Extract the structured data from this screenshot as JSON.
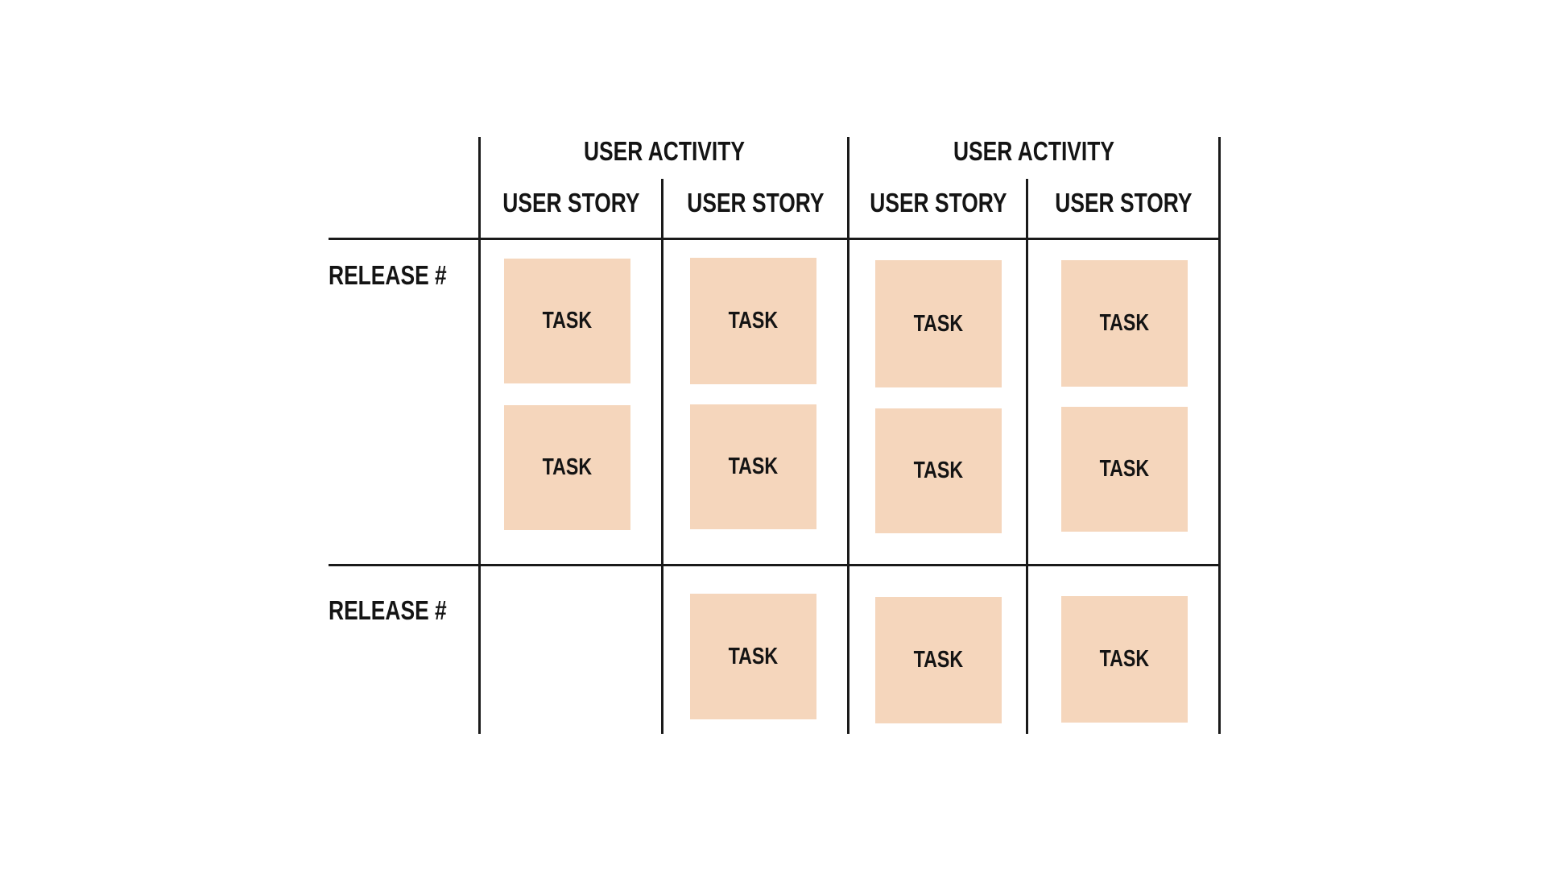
{
  "diagram_title": "user-story-map-template",
  "palette": {
    "background": "#ffffff",
    "line": "#1a1a1a",
    "text": "#141414",
    "card": "#f5d6bc"
  },
  "activities": [
    "USER ACTIVITY",
    "USER ACTIVITY"
  ],
  "stories": [
    "USER STORY",
    "USER STORY",
    "USER STORY",
    "USER STORY"
  ],
  "releases": [
    "RELEASE #",
    "RELEASE #"
  ],
  "cards": [
    {
      "label": "TASK",
      "release": 1,
      "story": 1
    },
    {
      "label": "TASK",
      "release": 1,
      "story": 1
    },
    {
      "label": "TASK",
      "release": 1,
      "story": 2
    },
    {
      "label": "TASK",
      "release": 1,
      "story": 2
    },
    {
      "label": "TASK",
      "release": 1,
      "story": 3
    },
    {
      "label": "TASK",
      "release": 1,
      "story": 3
    },
    {
      "label": "TASK",
      "release": 1,
      "story": 4
    },
    {
      "label": "TASK",
      "release": 1,
      "story": 4
    },
    {
      "label": "TASK",
      "release": 2,
      "story": 2
    },
    {
      "label": "TASK",
      "release": 2,
      "story": 3
    },
    {
      "label": "TASK",
      "release": 2,
      "story": 4
    }
  ]
}
